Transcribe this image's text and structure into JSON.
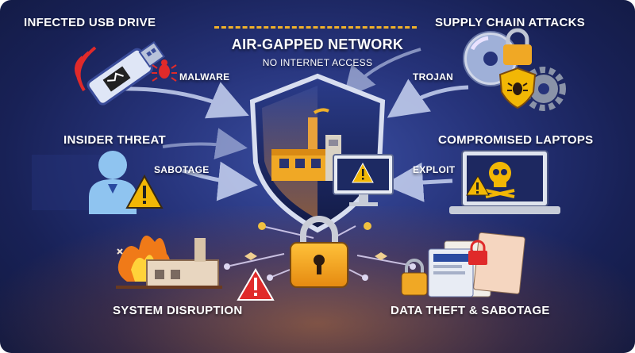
{
  "title": "AIR-GAPPED NETWORK",
  "subtitle": "NO INTERNET ACCESS",
  "threats": {
    "usb": {
      "label": "INFECTED USB DRIVE",
      "vector": "MALWARE",
      "icon": "usb-drive-icon"
    },
    "supply": {
      "label": "SUPPLY CHAIN ATTACKS",
      "vector": "TROJAN",
      "icon": "disc-icon"
    },
    "insider": {
      "label": "INSIDER THREAT",
      "vector": "SABOTAGE",
      "icon": "person-icon"
    },
    "laptops": {
      "label": "COMPROMISED LAPTOPS",
      "vector": "EXPLOIT",
      "icon": "laptop-icon"
    }
  },
  "outcomes": {
    "disruption": {
      "label": "SYSTEM DISRUPTION",
      "icon": "burning-factory-icon"
    },
    "theft": {
      "label": "DATA THEFT & SABOTAGE",
      "icon": "documents-lock-icon"
    }
  },
  "colors": {
    "accent": "#f0b12a",
    "warning": "#f2b705",
    "danger": "#e02a2a",
    "shield": "#1f2d6e"
  }
}
